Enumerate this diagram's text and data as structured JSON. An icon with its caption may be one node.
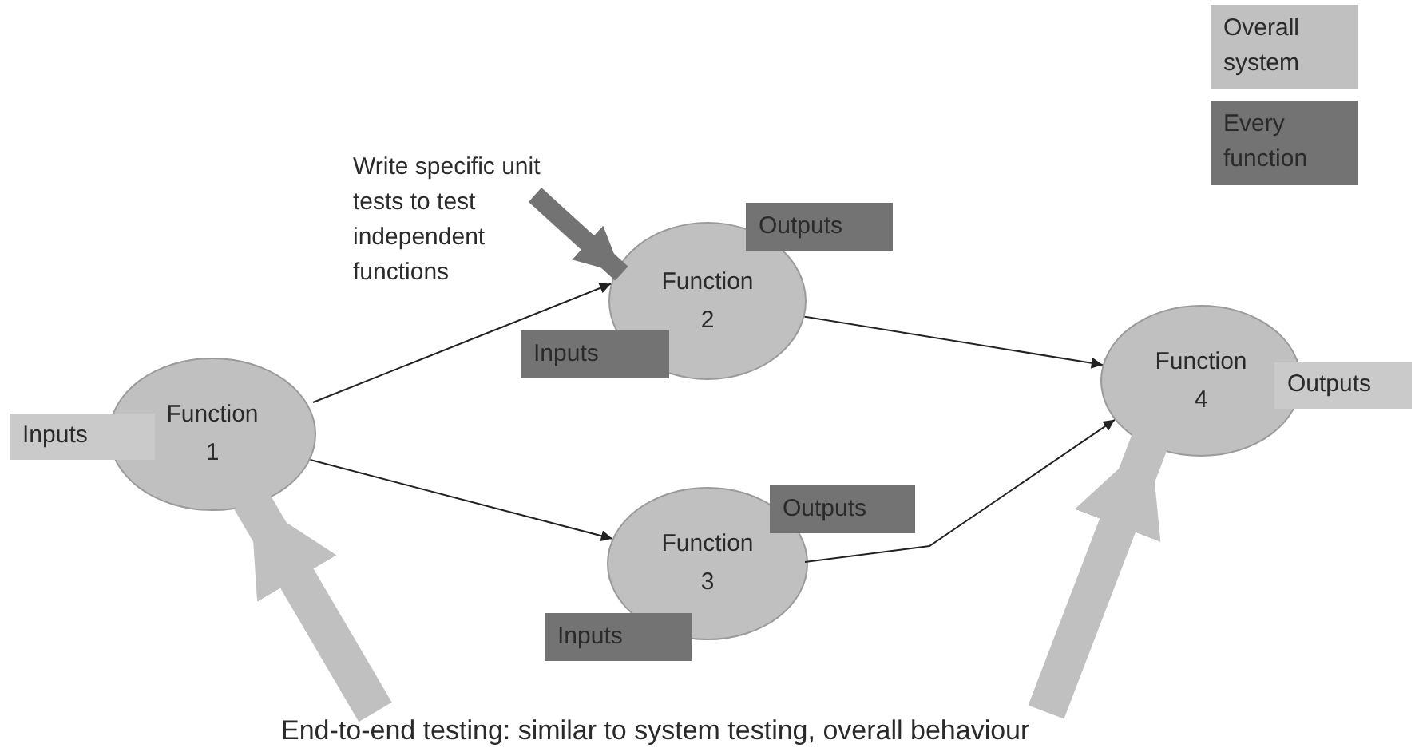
{
  "diagram": {
    "nodes": [
      {
        "text": [
          "Function 1"
        ]
      },
      {
        "text": [
          "Function 2"
        ]
      },
      {
        "text": [
          "Function 3"
        ]
      },
      {
        "text": [
          "Function 4"
        ]
      },
      {
        "text": [
          "Inputs"
        ]
      },
      {
        "text": [
          "Inputs"
        ]
      },
      {
        "text": [
          "Outputs"
        ]
      },
      {
        "text": [
          "Inputs"
        ]
      },
      {
        "text": [
          "Outputs"
        ]
      },
      {
        "text": [
          "Outputs"
        ]
      },
      {
        "text": [
          "End-to-end testing: similar to system testing, overall behaviour"
        ]
      },
      {
        "text": [
          "Write specific unit tests to test independent functions"
        ]
      }
    ],
    "edges": [
      {
        "from": 0,
        "to": 1,
        "arrow": "to"
      },
      {
        "from": 0,
        "to": 2,
        "arrow": "to"
      },
      {
        "from": 1,
        "to": 3,
        "arrow": "to"
      },
      {
        "from": 2,
        "to": 3,
        "arrow": "to"
      },
      {
        "from": 11,
        "to": 1,
        "arrow": "to",
        "style": "thick",
        "color": "#737373"
      },
      {
        "from": 10,
        "to": 0,
        "arrow": "to",
        "style": "thick",
        "color": "#c0c0c0"
      },
      {
        "from": 10,
        "to": 3,
        "arrow": "to",
        "style": "thick",
        "color": "#c0c0c0"
      }
    ],
    "legend": [
      {
        "text": "Overall system",
        "color": "#c0c0c0"
      },
      {
        "text": "Every function",
        "color": "#737373"
      }
    ]
  }
}
